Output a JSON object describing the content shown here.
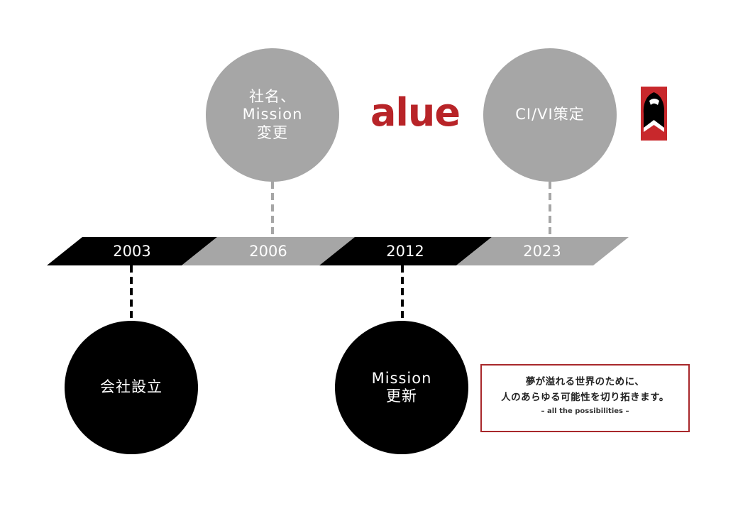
{
  "timeline": {
    "years": [
      "2003",
      "2006",
      "2012",
      "2023"
    ],
    "events": {
      "y2003": "会社設立",
      "y2006": "社名、\nMission\n変更",
      "y2012": "Mission\n更新",
      "y2023": "CI/VI策定"
    }
  },
  "logo": {
    "text": "alue",
    "color": "#b82428"
  },
  "slogan": {
    "line1": "夢が溢れる世界のために、",
    "line2": "人のあらゆる可能性を切り拓きます。",
    "sub": "– all the possibilities –"
  },
  "colors": {
    "black": "#000000",
    "gray": "#a6a6a6",
    "accent": "#a8282b"
  }
}
